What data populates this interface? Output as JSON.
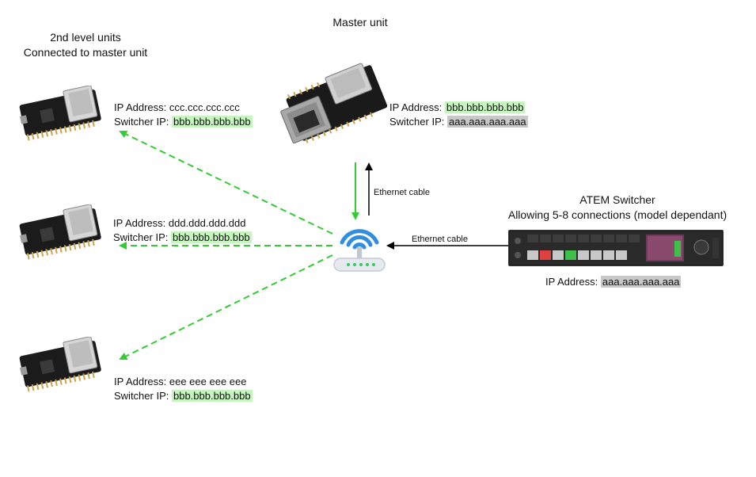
{
  "master": {
    "title": "Master unit",
    "ip_label": "IP Address:",
    "ip_value": "bbb.bbb.bbb.bbb",
    "switcher_label": "Switcher IP:",
    "switcher_value": "aaa.aaa.aaa.aaa"
  },
  "second_level": {
    "title_line1": "2nd level units",
    "title_line2": "Connected to master unit",
    "units": [
      {
        "ip_label": "IP Address:",
        "ip_value": "ccc.ccc.ccc.ccc",
        "switcher_label": "Switcher IP:",
        "switcher_value": "bbb.bbb.bbb.bbb"
      },
      {
        "ip_label": "IP Address:",
        "ip_value": "ddd.ddd.ddd.ddd",
        "switcher_label": "Switcher IP:",
        "switcher_value": "bbb.bbb.bbb.bbb"
      },
      {
        "ip_label": "IP Address:",
        "ip_value": "eee eee eee eee",
        "switcher_label": "Switcher IP:",
        "switcher_value": "bbb.bbb.bbb.bbb"
      }
    ]
  },
  "atem": {
    "title_line1": "ATEM Switcher",
    "title_line2": "Allowing 5-8 connections (model dependant)",
    "ip_label": "IP Address:",
    "ip_value": "aaa.aaa.aaa.aaa"
  },
  "edges": {
    "master_cable": "Ethernet cable",
    "atem_cable": "Ethernet cable"
  },
  "colors": {
    "wifi_link": "#33cc33",
    "cable": "#000000",
    "highlight_green": "#c6f5c0",
    "highlight_grey": "#c8c8c8",
    "router_blue": "#2f8ee0"
  }
}
